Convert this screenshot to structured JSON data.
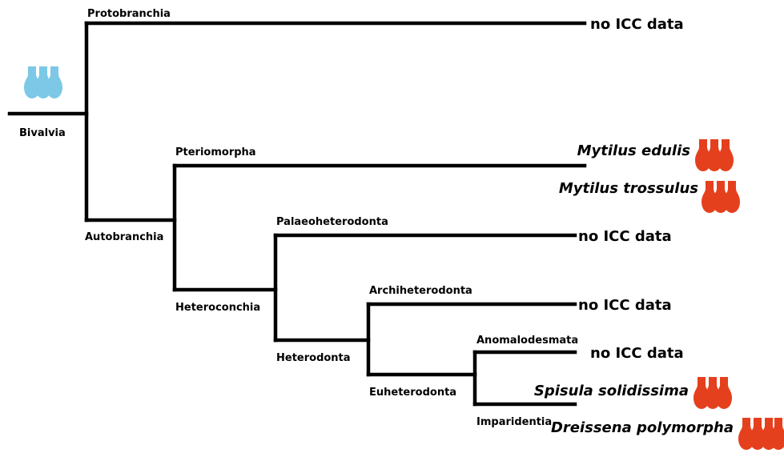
{
  "colors": {
    "ancestral_icc": "#7cc8e6",
    "observed_icc": "#e5401d",
    "branch": "#000000"
  },
  "clades": {
    "protobranchia": "Protobranchia",
    "bivalvia": "Bivalvia",
    "pteriomorpha": "Pteriomorpha",
    "autobranchia": "Autobranchia",
    "palaeoheterodonta": "Palaeoheterodonta",
    "heteroconchia": "Heteroconchia",
    "archiheterodonta": "Archiheterodonta",
    "heterodonta": "Heterodonta",
    "anomalodesmata": "Anomalodesmata",
    "euheterodonta": "Euheterodonta",
    "imparidentia": "Imparidentia"
  },
  "tips": {
    "protobranchia": "no ICC data",
    "mytilus_edulis": "Mytilus edulis",
    "mytilus_trossulus": "Mytilus trossulus",
    "palaeoheterodonta": "no ICC data",
    "archiheterodonta": "no ICC data",
    "anomalodesmata": "no ICC data",
    "spisula": "Spisula solidissima",
    "dreissena": "Dreissena polymorpha"
  },
  "icons": {
    "ancestral": "vase-cluster-icon",
    "observed": "vase-cluster-icon"
  }
}
